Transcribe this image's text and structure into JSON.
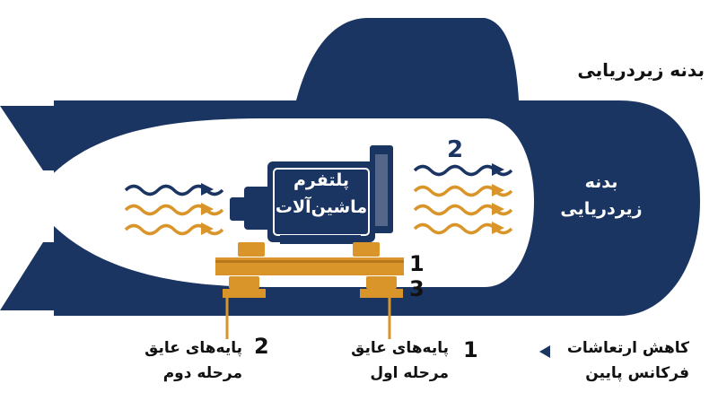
{
  "labels": {
    "hull_outer": "بدنه زیردریایی",
    "hull_inner_line1": "بدنه",
    "hull_inner_line2": "زیردریایی",
    "machinery_line1": "پلتفرم",
    "machinery_line2": "ماشین‌آلات",
    "stage1_line1": "پایه‌های عایق",
    "stage1_line2": "مرحله اول",
    "stage2_line1": "پایه‌های عایق",
    "stage2_line2": "مرحله دوم",
    "reduction_line1": "کاهش ارتعاشات",
    "reduction_line2": "فرکانس پایین"
  },
  "numbers": {
    "wave_label": "2",
    "mount_1": "1",
    "mount_3": "3",
    "stage1_num": "1",
    "stage2_num": "2"
  },
  "colors": {
    "navy": "#1b3563",
    "gold": "#d9952a",
    "white": "#ffffff"
  }
}
